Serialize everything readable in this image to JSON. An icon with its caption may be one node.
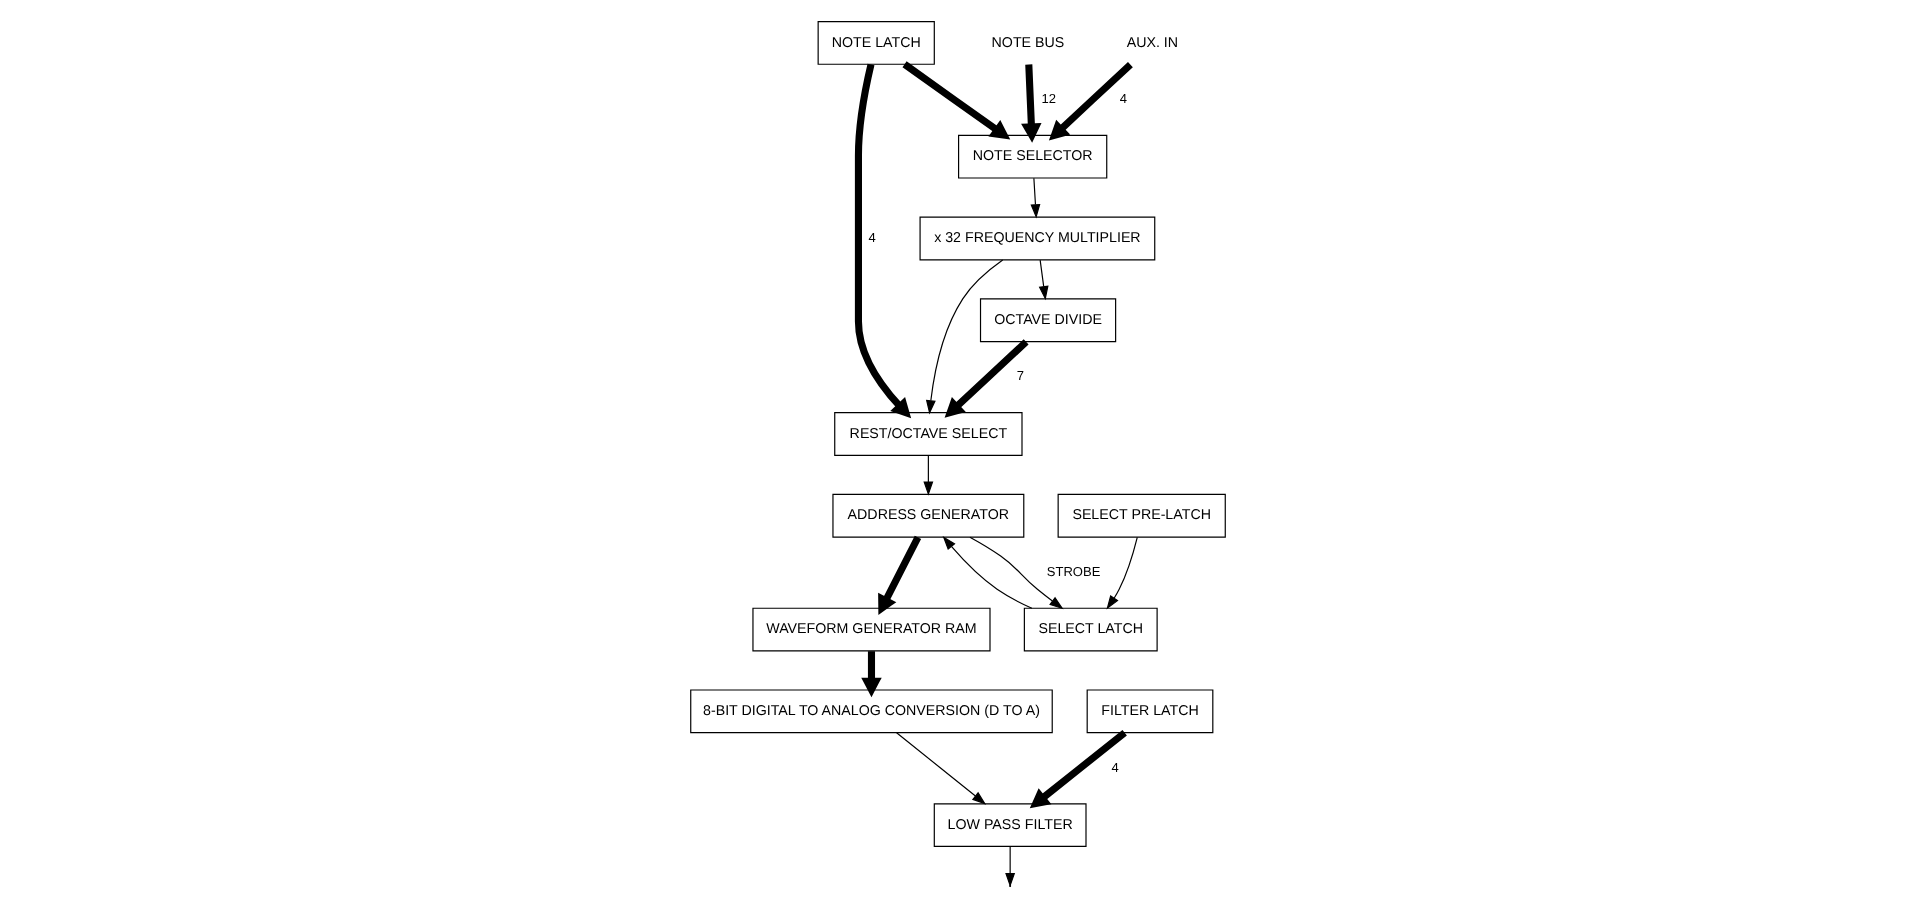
{
  "diagram": {
    "nodes": [
      {
        "text": [
          "NOTE LATCH"
        ]
      },
      {
        "text": [
          "NOTE SELECTOR"
        ]
      },
      {
        "text": [
          "x 32 FREQUENCY MULTIPLIER"
        ]
      },
      {
        "text": [
          "OCTAVE DIVIDE"
        ]
      },
      {
        "text": [
          "REST/OCTAVE SELECT"
        ]
      },
      {
        "text": [
          "SELECT PRE-LATCH"
        ]
      },
      {
        "text": [
          "SELECT LATCH"
        ]
      },
      {
        "text": [
          "ADDRESS GENERATOR"
        ]
      },
      {
        "text": [
          "WAVEFORM GENERATOR RAM"
        ]
      },
      {
        "text": [
          "8-BIT DIGITAL TO ANALOG CONVERSION (D TO A)"
        ]
      },
      {
        "text": [
          "FILTER LATCH"
        ]
      },
      {
        "text": [
          "LOW PASS FILTER"
        ]
      },
      {
        "text": [
          "NOTE BUS"
        ]
      },
      {
        "text": [
          "AUX. IN"
        ]
      }
    ],
    "edges": [
      {
        "from": 12,
        "to": 1,
        "arrow": "to",
        "label": "12",
        "style": "thick"
      },
      {
        "from": 13,
        "to": 1,
        "arrow": "to",
        "label": "4",
        "style": "thick"
      },
      {
        "from": 0,
        "to": 1,
        "arrow": "to",
        "style": "thick"
      },
      {
        "from": 1,
        "to": 2,
        "arrow": "to"
      },
      {
        "from": 2,
        "to": 3,
        "arrow": "to"
      },
      {
        "from": 2,
        "to": 4,
        "arrow": "to"
      },
      {
        "from": 3,
        "to": 4,
        "arrow": "to",
        "label": "7",
        "style": "thick"
      },
      {
        "from": 0,
        "to": 4,
        "arrow": "to",
        "label": "4",
        "style": "thick"
      },
      {
        "from": 4,
        "to": 7,
        "arrow": "to"
      },
      {
        "from": 5,
        "to": 6,
        "arrow": "to"
      },
      {
        "from": 6,
        "to": 7,
        "arrow": "to"
      },
      {
        "from": 7,
        "to": 6,
        "arrow": "to",
        "label": "STROBE"
      },
      {
        "from": 7,
        "to": 8,
        "arrow": "to",
        "style": "thick"
      },
      {
        "from": 8,
        "to": 9,
        "arrow": "to",
        "style": "thick"
      },
      {
        "from": 9,
        "to": 11,
        "arrow": "to"
      },
      {
        "from": 10,
        "to": 11,
        "arrow": "to",
        "label": "4",
        "style": "thick"
      },
      {
        "from": 11,
        "to": null,
        "arrow": "to"
      }
    ]
  }
}
